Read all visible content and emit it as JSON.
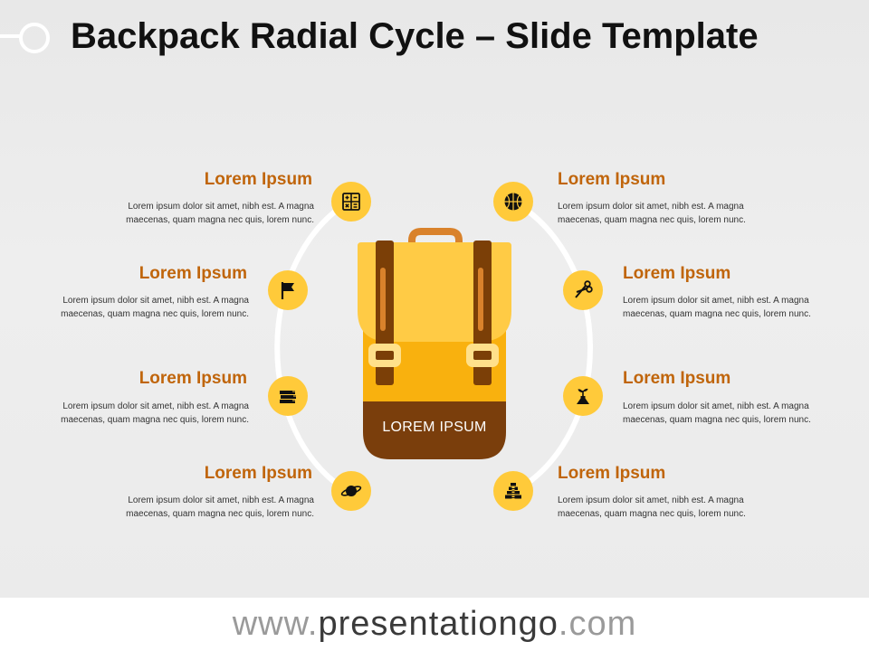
{
  "title": "Backpack Radial Cycle – Slide Template",
  "center_label": "LOREM IPSUM",
  "colors": {
    "accent_circle": "#FFCA3A",
    "title_color": "#C0650B",
    "bag_top": "#FFCB45",
    "bag_mid": "#F9B10E",
    "bag_bottom": "#7A3E0C",
    "strap": "#7B3F07"
  },
  "items": [
    {
      "side": "left",
      "title": "Lorem Ipsum",
      "desc": "Lorem ipsum dolor sit amet, nibh est. A magna maecenas, quam magna nec quis, lorem nunc.",
      "icon": "calculator-icon"
    },
    {
      "side": "left",
      "title": "Lorem Ipsum",
      "desc": "Lorem ipsum dolor sit amet, nibh est. A magna maecenas, quam magna nec quis, lorem nunc.",
      "icon": "flag-icon"
    },
    {
      "side": "left",
      "title": "Lorem Ipsum",
      "desc": "Lorem ipsum dolor sit amet, nibh est. A magna maecenas, quam magna nec quis, lorem nunc.",
      "icon": "books-icon"
    },
    {
      "side": "left",
      "title": "Lorem Ipsum",
      "desc": "Lorem ipsum dolor sit amet, nibh est. A magna maecenas, quam magna nec quis, lorem nunc.",
      "icon": "planet-icon"
    },
    {
      "side": "right",
      "title": "Lorem Ipsum",
      "desc": "Lorem ipsum dolor sit amet, nibh est. A magna maecenas, quam magna nec quis, lorem nunc.",
      "icon": "basketball-icon"
    },
    {
      "side": "right",
      "title": "Lorem Ipsum",
      "desc": "Lorem ipsum dolor sit amet, nibh est. A magna maecenas, quam magna nec quis, lorem nunc.",
      "icon": "scissors-icon"
    },
    {
      "side": "right",
      "title": "Lorem Ipsum",
      "desc": "Lorem ipsum dolor sit amet, nibh est. A magna maecenas, quam magna nec quis, lorem nunc.",
      "icon": "plant-flask-icon"
    },
    {
      "side": "right",
      "title": "Lorem Ipsum",
      "desc": "Lorem ipsum dolor sit amet, nibh est. A magna maecenas, quam magna nec quis, lorem nunc.",
      "icon": "pyramid-icon"
    }
  ],
  "footer": {
    "prefix": "www.",
    "brand": "presentationgo",
    "suffix": ".com"
  }
}
